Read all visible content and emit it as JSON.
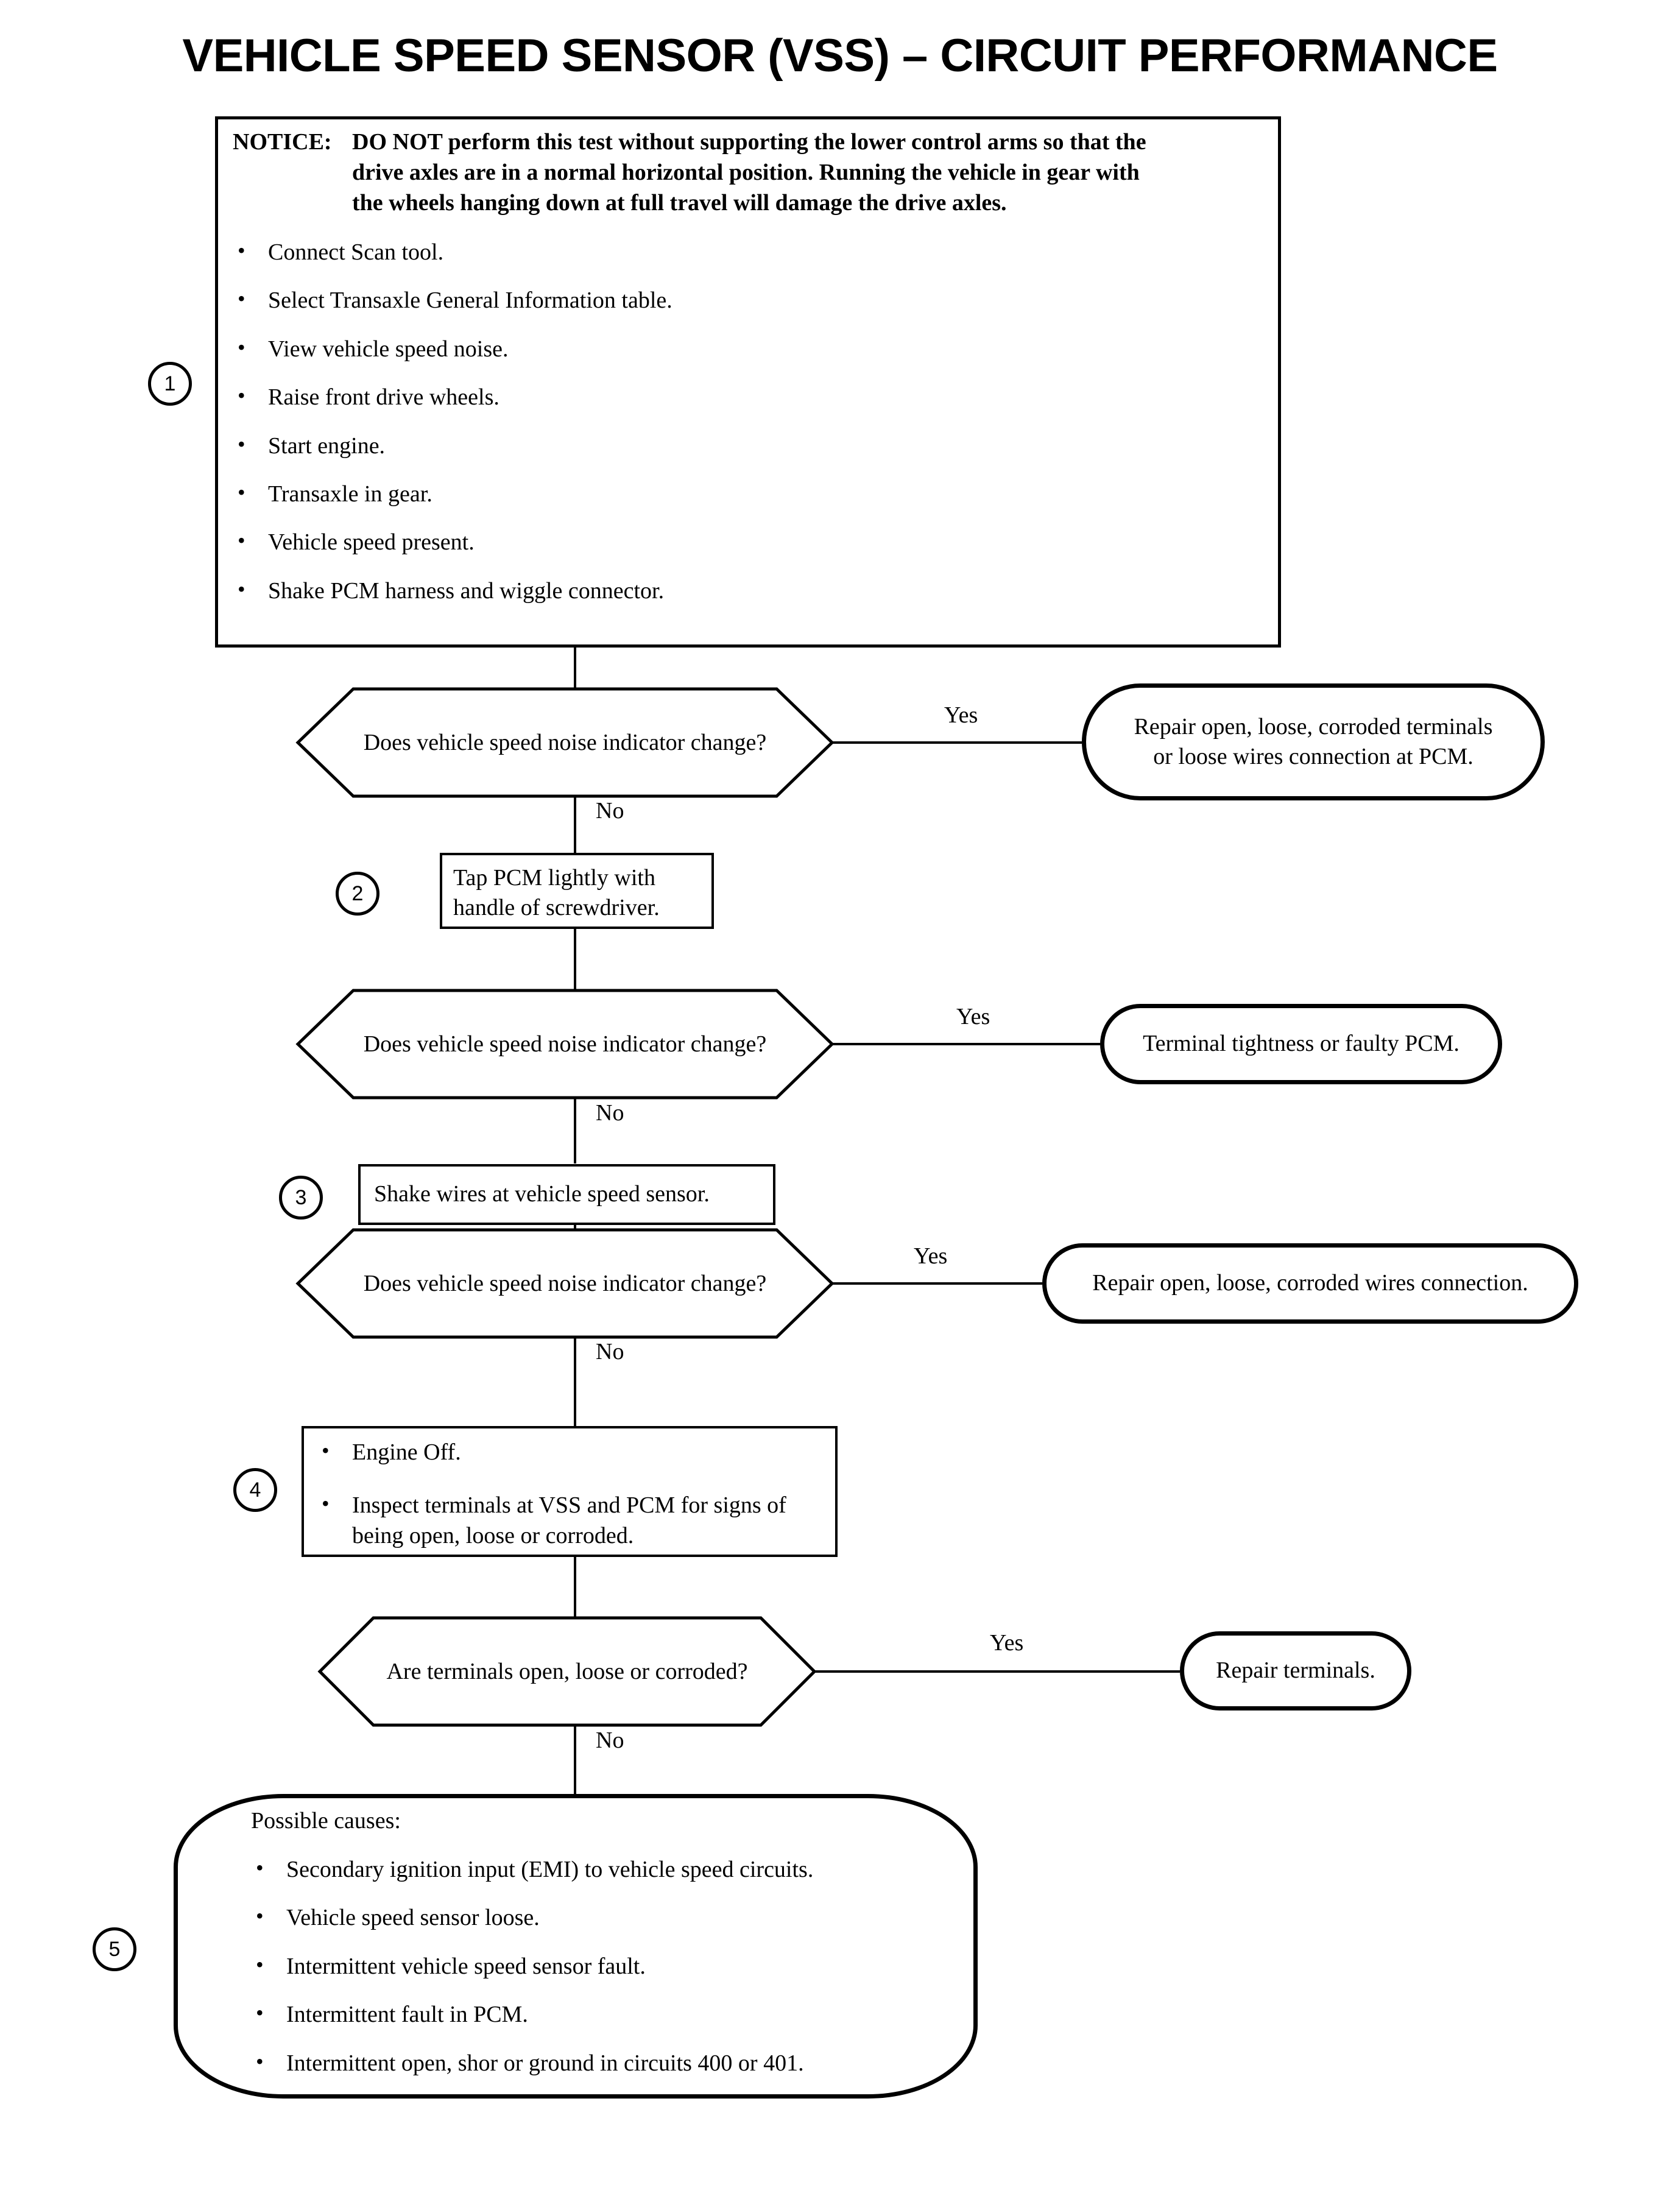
{
  "title": "VEHICLE SPEED SENSOR (VSS) – CIRCUIT PERFORMANCE",
  "steps": {
    "s1": "1",
    "s2": "2",
    "s3": "3",
    "s4": "4",
    "s5": "5"
  },
  "notice": {
    "label": "NOTICE:",
    "line1": "DO NOT perform this test without supporting the lower control arms so that the",
    "line2": "drive axles are in a normal horizontal position. Running the vehicle in gear with",
    "line3": "the wheels hanging down at full travel will damage the drive axles."
  },
  "step1_bullets": [
    "Connect Scan tool.",
    "Select Transaxle General Information table.",
    "View vehicle speed noise.",
    "Raise front drive wheels.",
    "Start engine.",
    "Transaxle in gear.",
    "Vehicle speed present.",
    "Shake PCM harness and wiggle connector."
  ],
  "decisions": {
    "d1": "Does vehicle speed noise indicator change?",
    "d2": "Does vehicle speed noise indicator change?",
    "d3": "Does vehicle speed noise indicator change?",
    "d4": "Are terminals open, loose or corroded?"
  },
  "branches": {
    "yes1": "Yes",
    "no1": "No",
    "yes2": "Yes",
    "no2": "No",
    "yes3": "Yes",
    "no3": "No",
    "yes4": "Yes",
    "no4": "No"
  },
  "terminals": {
    "t1_line1": "Repair open, loose, corroded terminals",
    "t1_line2": "or loose wires connection at PCM.",
    "t2": "Terminal tightness or faulty PCM.",
    "t3": "Repair open, loose, corroded wires connection.",
    "t4": "Repair terminals."
  },
  "step2": {
    "line1": "Tap PCM lightly with",
    "line2": "handle of screwdriver."
  },
  "step3": {
    "text": "Shake wires at vehicle speed sensor."
  },
  "step4_bullets": [
    "Engine Off.",
    "Inspect terminals at VSS and PCM for signs of being open, loose or corroded."
  ],
  "causes": {
    "heading": "Possible causes:",
    "items": [
      "Secondary ignition input (EMI) to vehicle speed circuits.",
      "Vehicle speed sensor loose.",
      "Intermittent vehicle speed sensor fault.",
      "Intermittent fault in PCM.",
      "Intermittent open, shor or ground in circuits 400 or 401."
    ]
  },
  "colors": {
    "ink": "#000000",
    "paper": "#ffffff"
  }
}
